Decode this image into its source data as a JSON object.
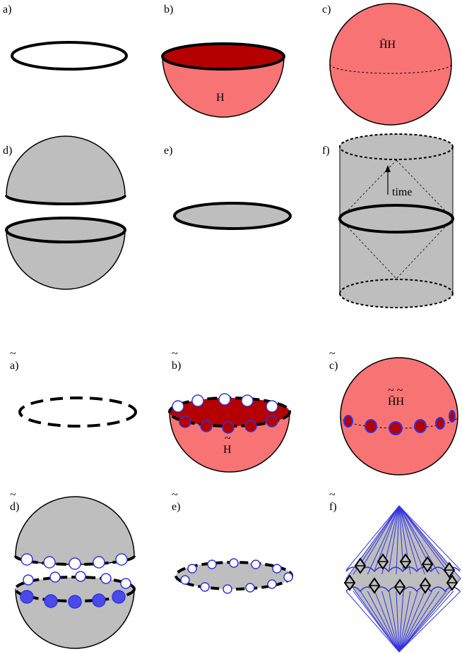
{
  "colors": {
    "black": "#000000",
    "pink": "#f87474",
    "darkred": "#b40000",
    "gray": "#bebebe",
    "blue": "#3232e6",
    "blueFill": "#4a4ae8"
  },
  "top_panels": {
    "a": {
      "label": "a)"
    },
    "b": {
      "label": "b)",
      "text": "H"
    },
    "c": {
      "label": "c)",
      "text": "H̄H"
    },
    "d": {
      "label": "d)"
    },
    "e": {
      "label": "e)"
    },
    "f": {
      "label": "f)",
      "text": "time"
    }
  },
  "bottom_panels": {
    "a": {
      "label": "a)",
      "tilde": "~"
    },
    "b": {
      "label": "b)",
      "tilde": "~",
      "text": "H",
      "text_tilde": "~"
    },
    "c": {
      "label": "c)",
      "tilde": "~",
      "text": "H̄H",
      "text_tilde": "~ ~"
    },
    "d": {
      "label": "d)",
      "tilde": "~"
    },
    "e": {
      "label": "e)",
      "tilde": "~"
    },
    "f": {
      "label": "f)",
      "tilde": "~"
    }
  }
}
